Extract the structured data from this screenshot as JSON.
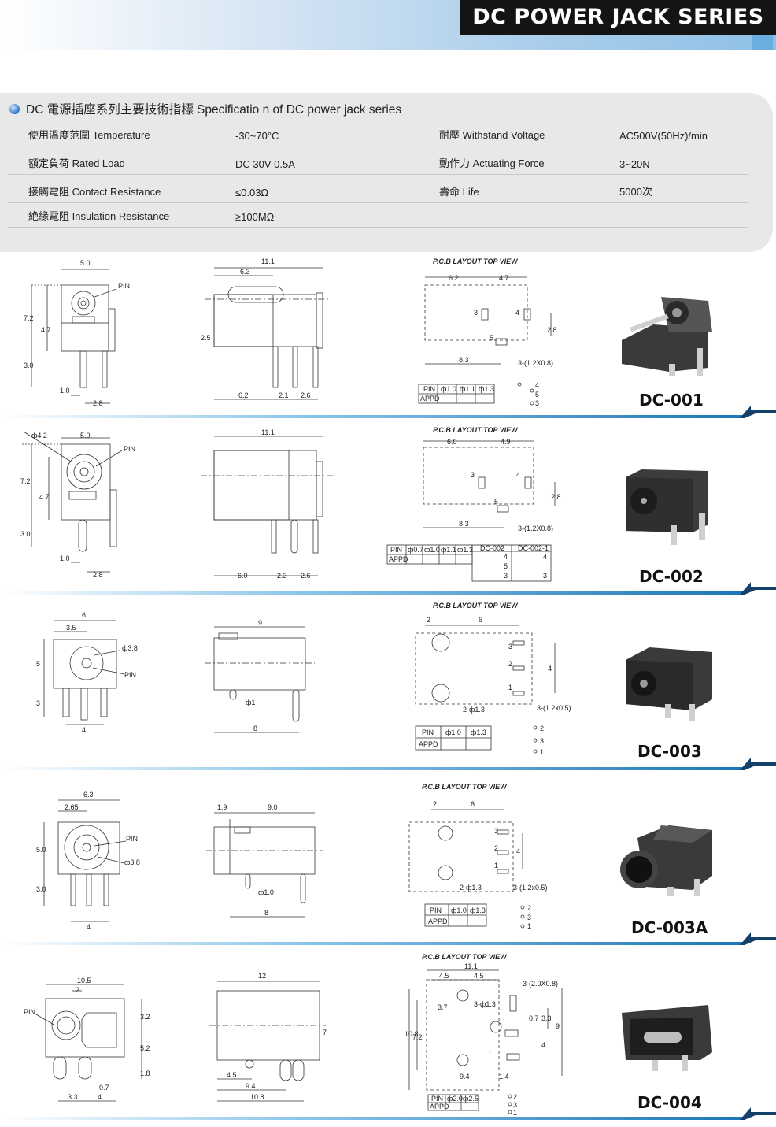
{
  "header": {
    "title": "DC POWER JACK SERIES"
  },
  "spec": {
    "heading": "DC 電源插座系列主要技術指標  Specificatio n of DC power jack series",
    "rows": [
      {
        "label1": "使用溫度范圍 Temperature",
        "value1": "-30~70°C",
        "label2": "耐壓 Withstand Voltage",
        "value2": "AC500V(50Hz)/min"
      },
      {
        "label1": "額定負荷 Rated Load",
        "value1": "DC 30V 0.5A",
        "label2": "動作力 Actuating Force",
        "value2": "3~20N"
      },
      {
        "label1": "接觸電阻 Contact Resistance",
        "value1": "≤0.03Ω",
        "label2": "壽命 Life",
        "value2": "5000次"
      },
      {
        "label1": "絶緣電阻 Insulation Resistance",
        "value1": "≥100MΩ",
        "label2": "",
        "value2": ""
      }
    ]
  },
  "parts": [
    {
      "name": "DC-001",
      "pcb_title": "P.C.B LAYOUT    TOP VIEW",
      "front": [
        "5.0",
        "PIN",
        "7.2",
        "4.7",
        "3.0",
        "1.0",
        "2.8"
      ],
      "side": [
        "11.1",
        "6.3",
        "2.5",
        "6.2",
        "2.1",
        "2.6"
      ],
      "pcb": [
        "6.2",
        "4.7",
        "3",
        "4",
        "5",
        "2.8",
        "8.3",
        "3-(1.2X0.8)"
      ],
      "pin_table": [
        "PIN",
        "ф1.0",
        "ф1.1",
        "ф1.3",
        "APPD"
      ],
      "pins": [
        "4",
        "5",
        "3"
      ]
    },
    {
      "name": "DC-002",
      "pcb_title": "P.C.B LAYOUT    TOP VIEW",
      "front": [
        "ф4.2",
        "5.0",
        "PIN",
        "7.2",
        "4.7",
        "3.0",
        "1.0",
        "2.8"
      ],
      "side": [
        "11.1",
        "6.0",
        "2.3",
        "2.6"
      ],
      "pcb": [
        "6.0",
        "4.9",
        "3",
        "4",
        "5",
        "2.8",
        "8.3",
        "3-(1.2X0.8)"
      ],
      "pin_table": [
        "PIN",
        "ф0.7",
        "ф1.0",
        "ф1.1",
        "ф1.3",
        "APPD",
        "DC-002",
        "DC-002-1"
      ],
      "pins": [
        "4",
        "5",
        "3",
        "4",
        "3"
      ]
    },
    {
      "name": "DC-003",
      "pcb_title": "P.C.B LAYOUT    TOP VIEW",
      "front": [
        "6",
        "3.5",
        "ф3.8",
        "PIN",
        "5",
        "3",
        "4"
      ],
      "side": [
        "9",
        "ф1",
        "8"
      ],
      "pcb": [
        "2",
        "6",
        "3",
        "2",
        "1",
        "4",
        "2-ф1.3",
        "3-(1.2x0.5)"
      ],
      "pin_table": [
        "PIN",
        "ф1.0",
        "ф1.3",
        "APPD"
      ],
      "pins": [
        "2",
        "3",
        "1"
      ]
    },
    {
      "name": "DC-003A",
      "pcb_title": "P.C.B LAYOUT    TOP VIEW",
      "front": [
        "6.3",
        "2.65",
        "PIN",
        "ф3.8",
        "5.0",
        "3.0",
        "4"
      ],
      "side": [
        "1.9",
        "9.0",
        "ф1.0",
        "8"
      ],
      "pcb": [
        "2",
        "6",
        "3",
        "2",
        "1",
        "4",
        "2-ф1.3",
        "3-(1.2x0.5)"
      ],
      "pin_table": [
        "PIN",
        "ф1.0",
        "ф1.3",
        "APPD"
      ],
      "pins": [
        "2",
        "3",
        "1"
      ]
    },
    {
      "name": "DC-004",
      "pcb_title": "P.C.B LAYOUT    TOP VIEW",
      "front": [
        "10.5",
        "2",
        "PIN",
        "3.2",
        "5.2",
        "1.8",
        "0.7",
        "3.3",
        "4"
      ],
      "side": [
        "12",
        "7",
        "4.5",
        "9.4",
        "10.8"
      ],
      "pcb": [
        "11.1",
        "4.5",
        "4.5",
        "3-(2.0X0.8)",
        "3.7",
        "3-ф1.3",
        "10.8",
        "7.2",
        "3.3",
        "0.7",
        "9",
        "4",
        "1",
        "9.4",
        "1.4"
      ],
      "pin_table": [
        "PIN",
        "ф2.0",
        "ф2.5",
        "APPD"
      ],
      "pins": [
        "2",
        "3",
        "1"
      ]
    }
  ]
}
